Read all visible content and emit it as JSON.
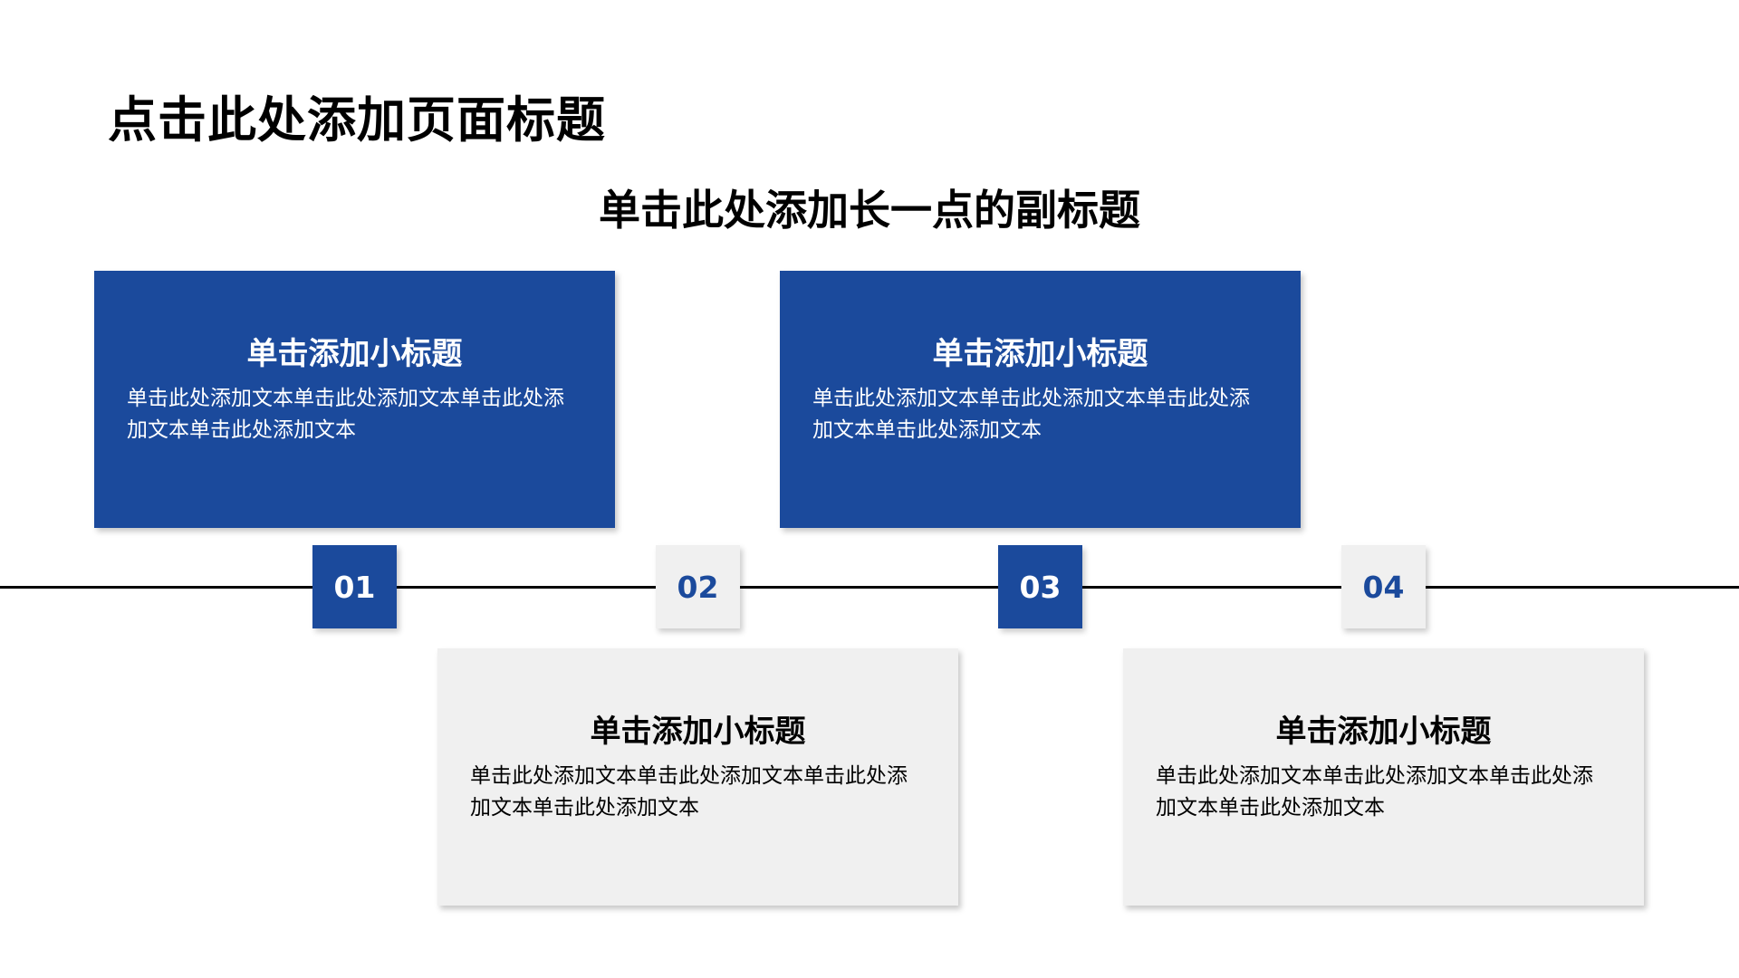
{
  "page_title": "点击此处添加页面标题",
  "subtitle": "单击此处添加长一点的副标题",
  "colors": {
    "accent": "#1b4a9c",
    "card_gray": "#f0f0f0",
    "line": "#000000"
  },
  "steps": [
    {
      "number": "01",
      "title": "单击添加小标题",
      "body": "单击此处添加文本单击此处添加文本单击此处添加文本单击此处添加文本"
    },
    {
      "number": "02",
      "title": "单击添加小标题",
      "body": "单击此处添加文本单击此处添加文本单击此处添加文本单击此处添加文本"
    },
    {
      "number": "03",
      "title": "单击添加小标题",
      "body": "单击此处添加文本单击此处添加文本单击此处添加文本单击此处添加文本"
    },
    {
      "number": "04",
      "title": "单击添加小标题",
      "body": "单击此处添加文本单击此处添加文本单击此处添加文本单击此处添加文本"
    }
  ]
}
